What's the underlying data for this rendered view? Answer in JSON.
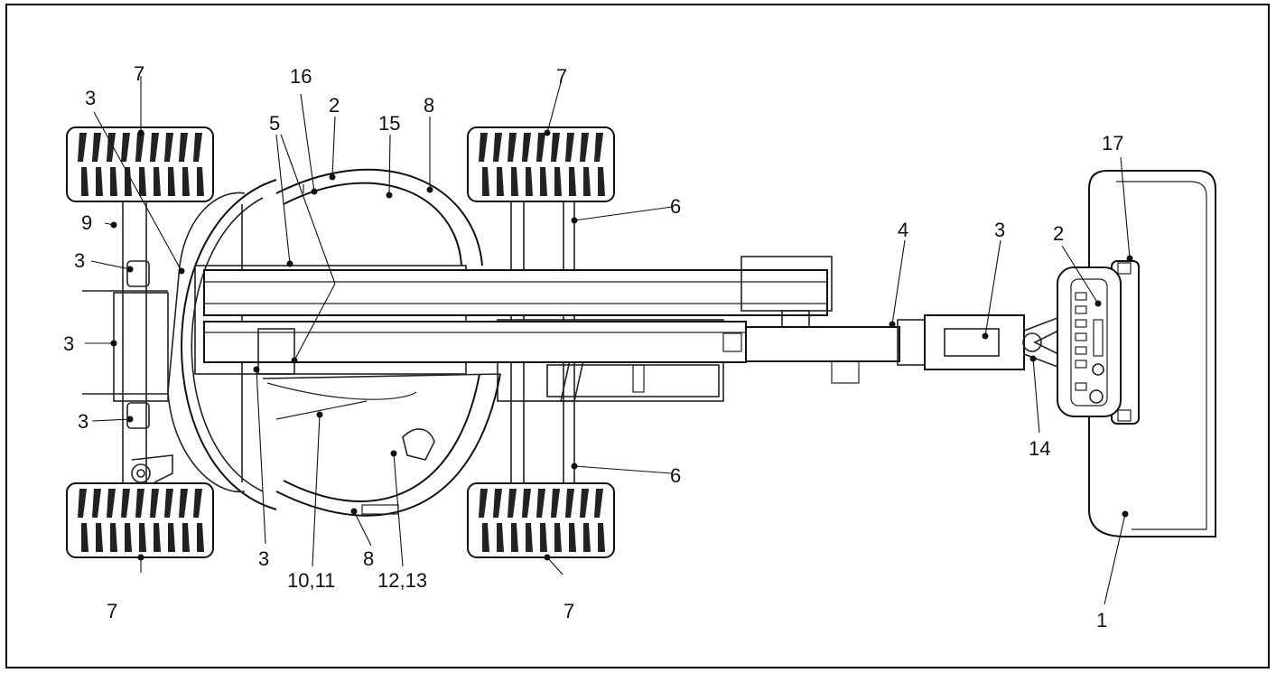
{
  "border_color": "#000000",
  "callouts": [
    {
      "id": "c1",
      "label": "1"
    },
    {
      "id": "c2a",
      "label": "2"
    },
    {
      "id": "c2b",
      "label": "2"
    },
    {
      "id": "c3a",
      "label": "3"
    },
    {
      "id": "c3b",
      "label": "3"
    },
    {
      "id": "c3c",
      "label": "3"
    },
    {
      "id": "c3d",
      "label": "3"
    },
    {
      "id": "c3e",
      "label": "3"
    },
    {
      "id": "c3f",
      "label": "3"
    },
    {
      "id": "c4",
      "label": "4"
    },
    {
      "id": "c5",
      "label": "5"
    },
    {
      "id": "c6a",
      "label": "6"
    },
    {
      "id": "c6b",
      "label": "6"
    },
    {
      "id": "c7a",
      "label": "7"
    },
    {
      "id": "c7b",
      "label": "7"
    },
    {
      "id": "c7c",
      "label": "7"
    },
    {
      "id": "c7d",
      "label": "7"
    },
    {
      "id": "c8a",
      "label": "8"
    },
    {
      "id": "c8b",
      "label": "8"
    },
    {
      "id": "c9",
      "label": "9"
    },
    {
      "id": "c1011",
      "label": "10,11"
    },
    {
      "id": "c1213",
      "label": "12,13"
    },
    {
      "id": "c14",
      "label": "14"
    },
    {
      "id": "c15",
      "label": "15"
    },
    {
      "id": "c16",
      "label": "16"
    },
    {
      "id": "c17",
      "label": "17"
    }
  ]
}
